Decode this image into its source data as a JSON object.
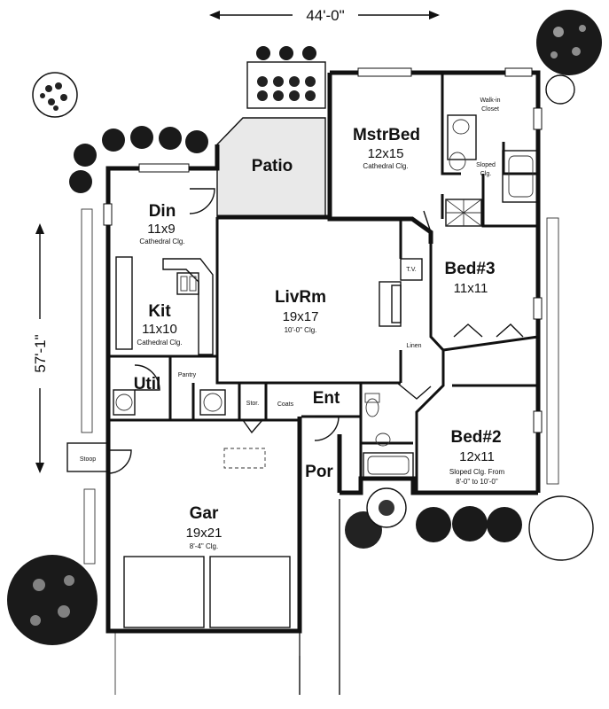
{
  "dimensions": {
    "width_label": "44'-0\"",
    "depth_label": "57'-1\""
  },
  "rooms": {
    "patio": {
      "name": "Patio"
    },
    "mstrbed": {
      "name": "MstrBed",
      "size": "12x15",
      "note": "Cathedral Clg."
    },
    "walkin": {
      "name": "Walk-in",
      "name2": "Closet"
    },
    "sloped": {
      "name": "Sloped",
      "name2": "Clg."
    },
    "din": {
      "name": "Din",
      "size": "11x9",
      "note": "Cathedral Clg."
    },
    "kit": {
      "name": "Kit",
      "size": "11x10",
      "note": "Cathedral Clg."
    },
    "livrm": {
      "name": "LivRm",
      "size": "19x17",
      "note": "10'-0\" Clg."
    },
    "bed3": {
      "name": "Bed#3",
      "size": "11x11"
    },
    "bed2": {
      "name": "Bed#2",
      "size": "12x11",
      "note": "Sloped Clg. From",
      "note2": "8'-0\" to 10'-0\""
    },
    "util": {
      "name": "Util"
    },
    "pantry": {
      "name": "Pantry"
    },
    "stor": {
      "name": "Stor."
    },
    "coats": {
      "name": "Coats"
    },
    "ent": {
      "name": "Ent"
    },
    "tv": {
      "name": "T.V."
    },
    "linen": {
      "name": "Linen"
    },
    "por": {
      "name": "Por"
    },
    "gar": {
      "name": "Gar",
      "size": "19x21",
      "note": "8'-4\" Clg."
    },
    "stoop": {
      "name": "Stoop"
    }
  }
}
